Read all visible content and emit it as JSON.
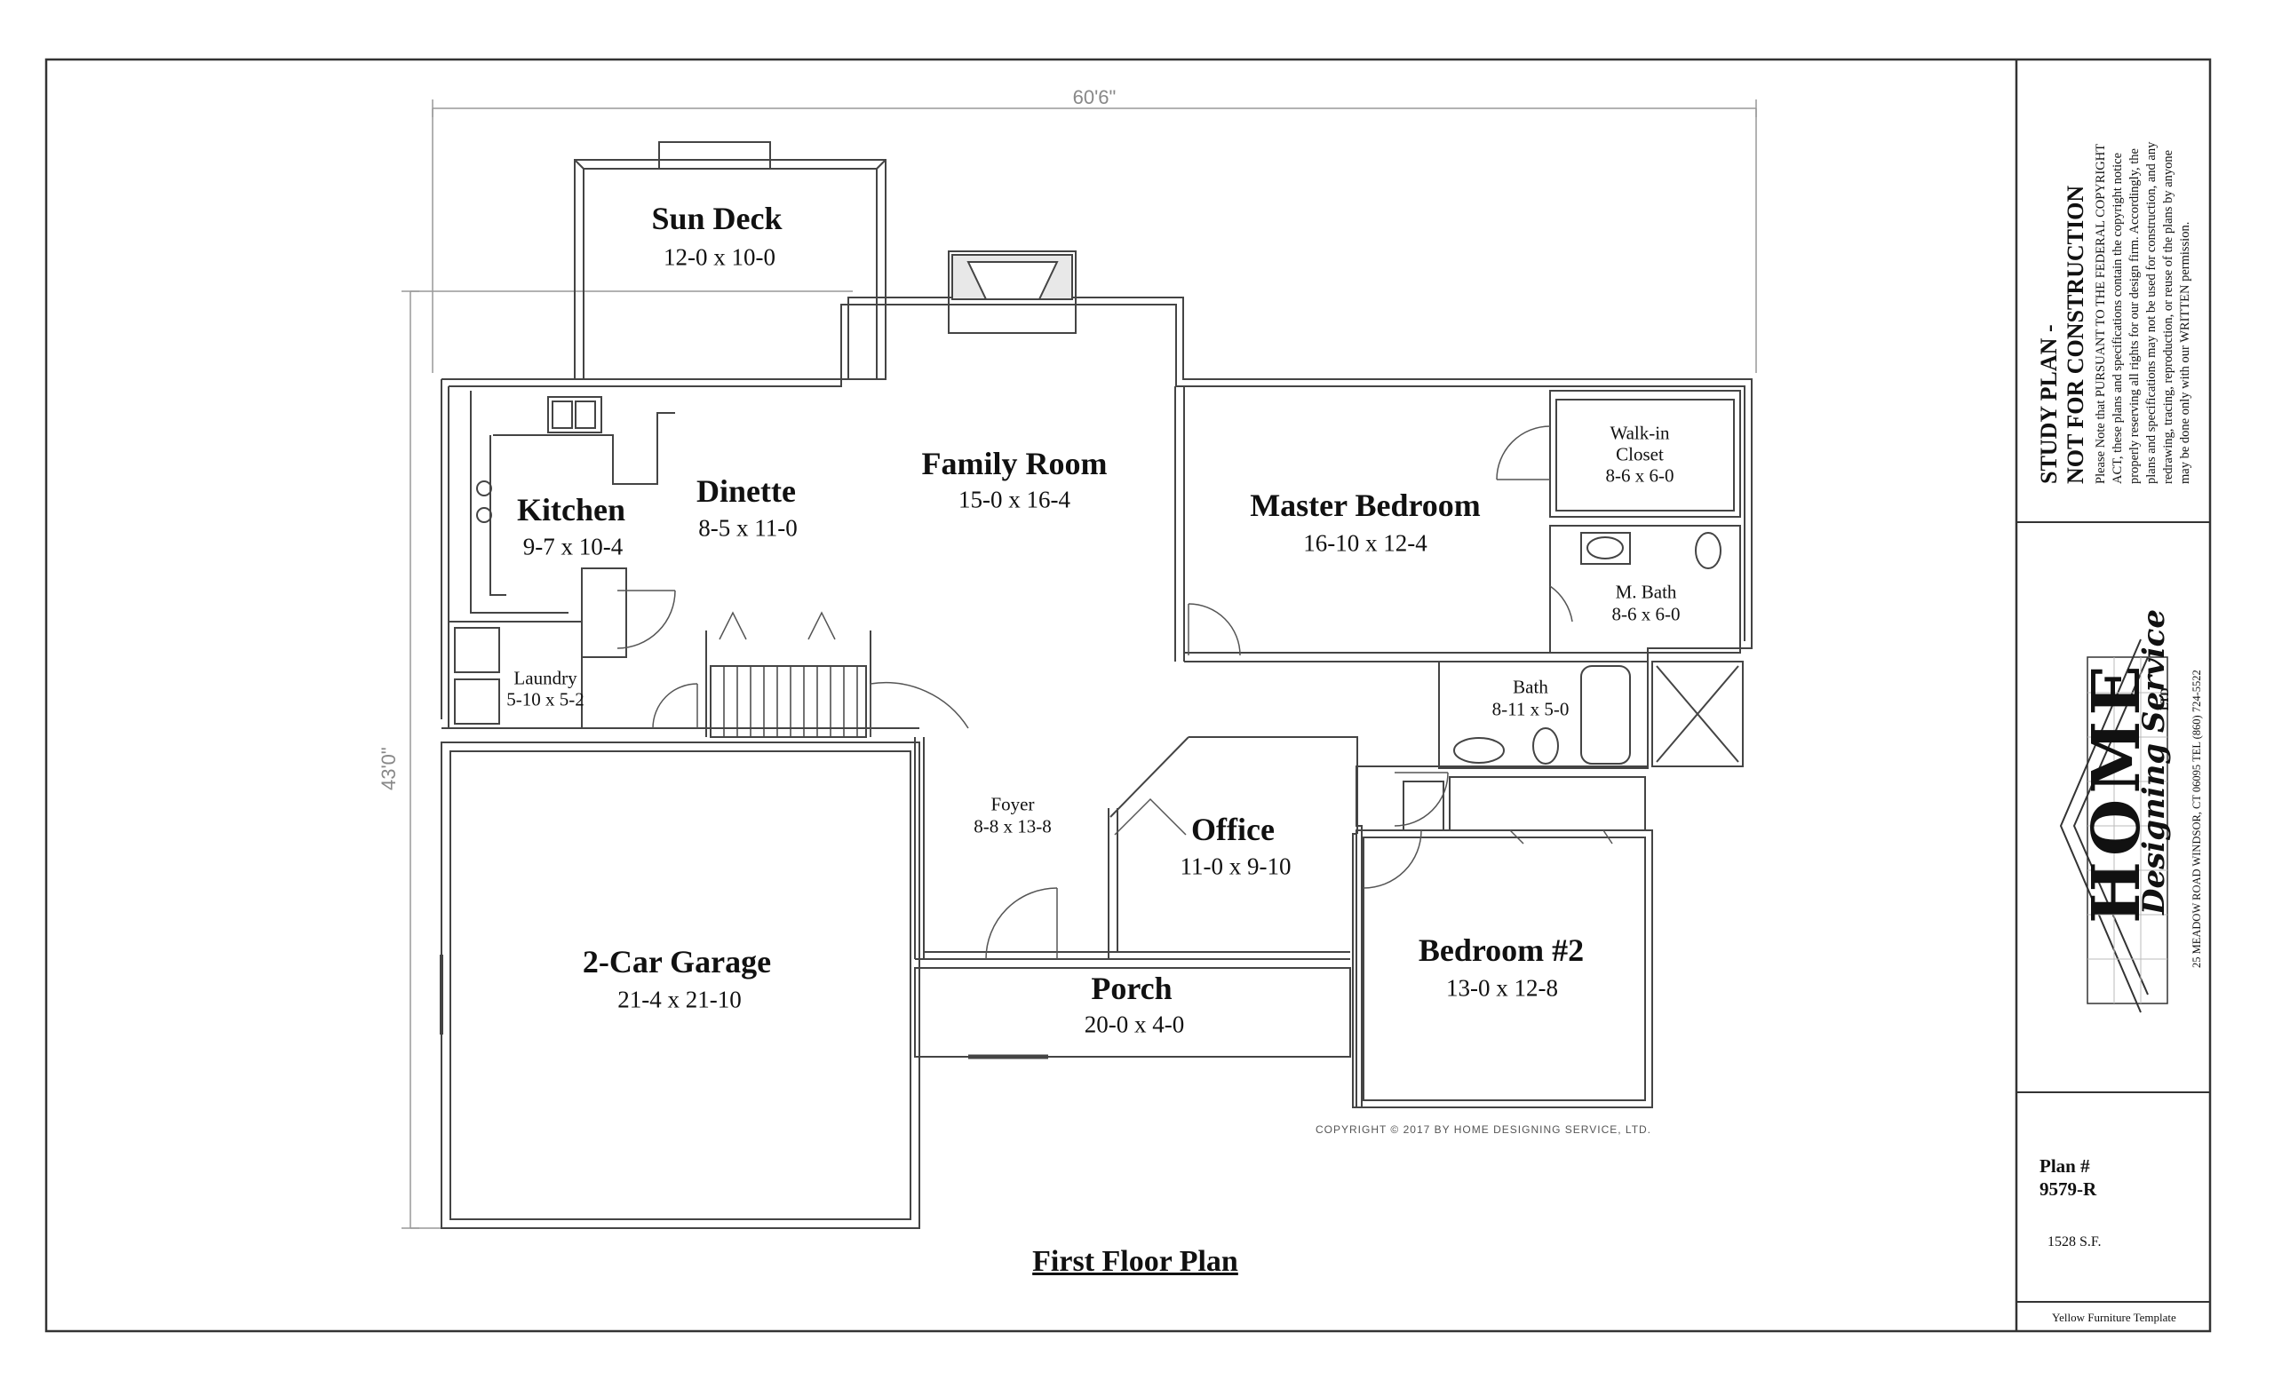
{
  "dimensions": {
    "width_label": "60'6\"",
    "depth_label": "43'0\""
  },
  "rooms": {
    "sun_deck": {
      "name": "Sun Deck",
      "size": "12-0 x 10-0"
    },
    "family_room": {
      "name": "Family Room",
      "size": "15-0 x 16-4"
    },
    "dinette": {
      "name": "Dinette",
      "size": "8-5 x 11-0"
    },
    "kitchen": {
      "name": "Kitchen",
      "size": "9-7 x 10-4"
    },
    "master_bedroom": {
      "name": "Master Bedroom",
      "size": "16-10 x 12-4"
    },
    "walk_in_closet": {
      "name_line1": "Walk-in",
      "name_line2": "Closet",
      "size": "8-6 x 6-0"
    },
    "master_bath": {
      "name": "M. Bath",
      "size": "8-6 x 6-0"
    },
    "laundry": {
      "name": "Laundry",
      "size": "5-10 x 5-2"
    },
    "bath": {
      "name": "Bath",
      "size": "8-11 x 5-0"
    },
    "foyer": {
      "name": "Foyer",
      "size": "8-8 x 13-8"
    },
    "office": {
      "name": "Office",
      "size": "11-0 x 9-10"
    },
    "garage": {
      "name": "2-Car Garage",
      "size": "21-4 x 21-10"
    },
    "porch": {
      "name": "Porch",
      "size": "20-0 x 4-0"
    },
    "bedroom2": {
      "name": "Bedroom #2",
      "size": "13-0 x 12-8"
    }
  },
  "copyright": "COPYRIGHT © 2017 BY HOME DESIGNING SERVICE, LTD.",
  "plan_title": "First Floor Plan",
  "title_block": {
    "warning_line1": "STUDY PLAN -",
    "warning_line2": "NOT FOR CONSTRUCTION",
    "note_lines": [
      "Please Note that PURSUANT TO THE FEDERAL COPYRIGHT",
      "ACT, these plans and specifications contain the copyright notice",
      "properly reserving all rights for our design firm. Accordingly, the",
      "plans and specifications may not be used for construction, and any",
      "redrawing, tracing, reproduction, or reuse of the plans by anyone",
      "may be done only with our WRITTEN permission."
    ],
    "logo_text_1": "HOME",
    "logo_text_2": "Designing Service",
    "logo_text_3": "LTD",
    "address": "25 MEADOW ROAD    WINDSOR, CT 06095    TEL (860) 724-5522",
    "plan_number_label": "Plan #",
    "plan_number": "9579-R",
    "square_feet": "1528 S.F.",
    "template_note": "Yellow Furniture Template"
  }
}
